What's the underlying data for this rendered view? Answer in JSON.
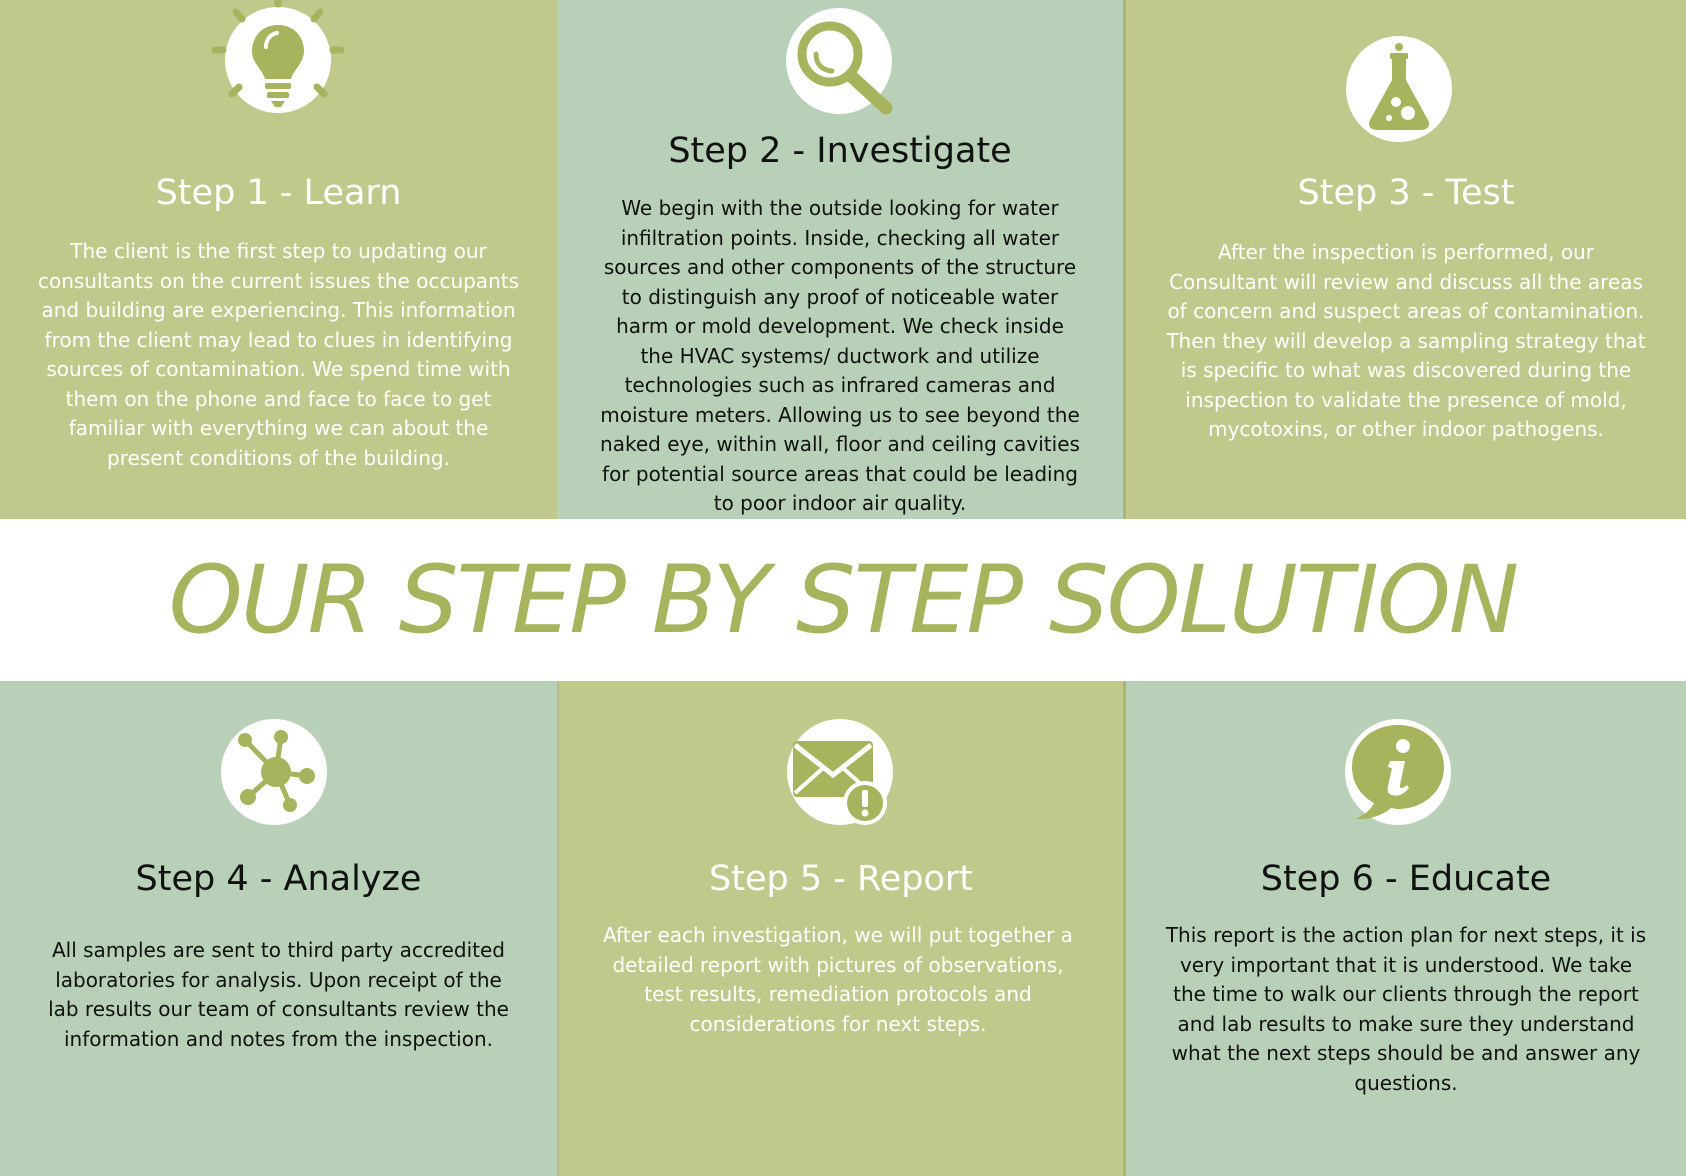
{
  "colors": {
    "olive": "#c0c98b",
    "sage": "#b8d0b7",
    "accent": "#a7b35d",
    "headline": "#a7b35d",
    "divider": "#a9b86e"
  },
  "headline": "OUR STEP BY STEP SOLUTION",
  "steps": [
    {
      "title": "Step 1 - Learn",
      "icon": "lightbulb-icon",
      "text": "The client is the first step to updating our consultants on the current issues the occupants and building are experiencing. This information from the client may lead to clues in identifying sources of contamination. We spend time with them on the phone and face to face to get familiar with everything we can about the present conditions of the building."
    },
    {
      "title": "Step 2 - Investigate",
      "icon": "magnifying-glass-icon",
      "text": "We begin with the outside looking for water infiltration points. Inside, checking all water sources and other components of the structure to distinguish any proof of noticeable water harm or mold development. We check inside the HVAC systems/ ductwork and utilize technologies such as infrared cameras and moisture meters. Allowing us to see beyond the naked eye, within wall, floor and ceiling cavities for potential source areas that could be leading to poor indoor air quality."
    },
    {
      "title": "Step 3 - Test",
      "icon": "flask-icon",
      "text": "After the inspection is performed, our Consultant will review and discuss all the areas of concern and suspect areas of contamination. Then they will develop a sampling strategy that is specific to what was discovered during the inspection to validate the presence of mold, mycotoxins, or other indoor pathogens."
    },
    {
      "title": "Step 4 - Analyze",
      "icon": "network-icon",
      "text": "All samples are sent to third party accredited laboratories for analysis. Upon receipt of the lab results our team of consultants review the information and notes from the inspection."
    },
    {
      "title": "Step 5 - Report",
      "icon": "envelope-alert-icon",
      "text": "After each investigation, we will put together a detailed report with pictures of observations, test results, remediation protocols and considerations for next steps."
    },
    {
      "title": "Step 6 - Educate",
      "icon": "info-speech-icon",
      "text": "This report  is the action plan for next steps, it is very important that it is understood. We take the time to walk our clients through the report and lab results to make sure they understand what the next steps should be and answer any questions."
    }
  ]
}
